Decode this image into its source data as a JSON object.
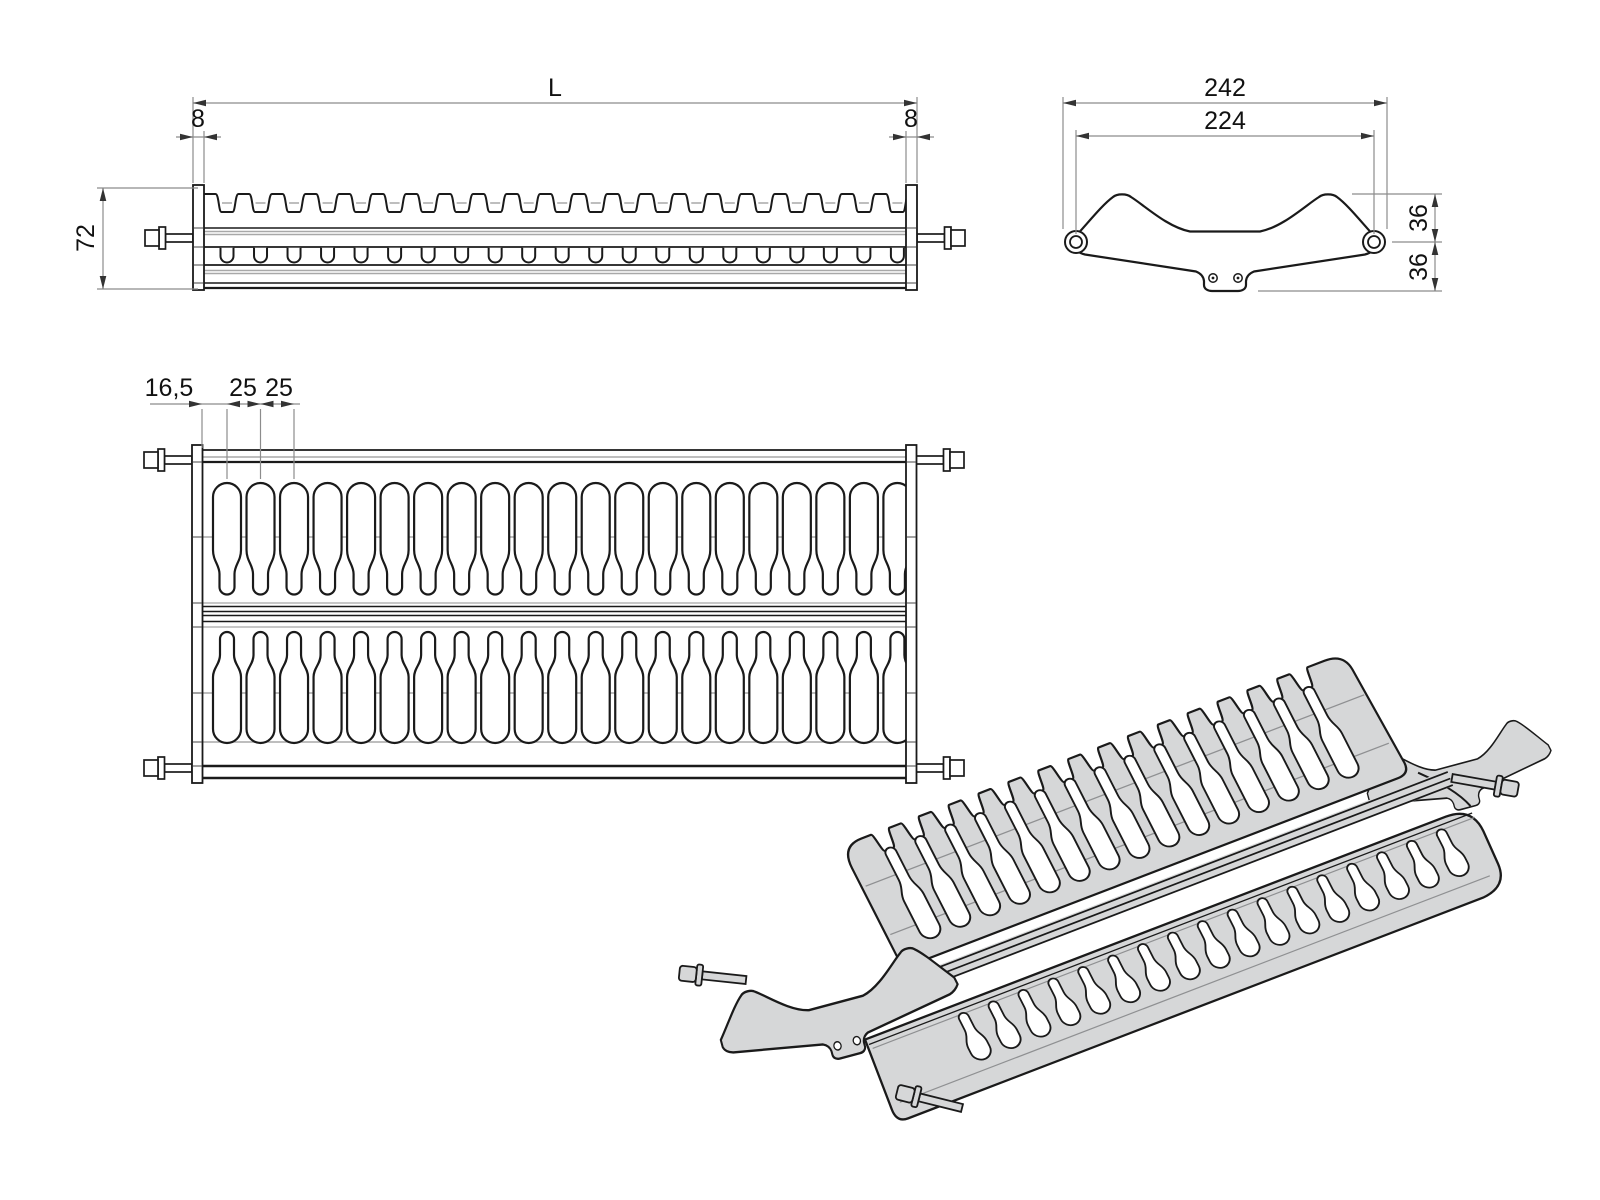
{
  "page": {
    "background": "#ffffff"
  },
  "drawing": {
    "type": "technical-drawing",
    "subject": "dish-drying-rack-for-cabinet",
    "views": {
      "front": {
        "name": "front-view",
        "dims": [
          {
            "id": "overall-length",
            "label": "L"
          },
          {
            "id": "end-plate-thickness-left",
            "label": "8"
          },
          {
            "id": "end-plate-thickness-right",
            "label": "8"
          },
          {
            "id": "overall-height",
            "label": "72"
          }
        ]
      },
      "side": {
        "name": "end-profile-view",
        "dims": [
          {
            "id": "overall-depth",
            "label": "242"
          },
          {
            "id": "pin-center-spacing",
            "label": "224"
          },
          {
            "id": "upper-height",
            "label": "36"
          },
          {
            "id": "lower-height",
            "label": "36"
          }
        ]
      },
      "top": {
        "name": "plan-view",
        "dims": [
          {
            "id": "first-slot-offset",
            "label": "16,5"
          },
          {
            "id": "slot-pitch-a",
            "label": "25"
          },
          {
            "id": "slot-pitch-b",
            "label": "25"
          }
        ]
      },
      "isometric": {
        "name": "isometric-view"
      }
    },
    "geometry": {
      "plate_slots_per_row": 21,
      "slot_rows": 2,
      "wave_teeth": 21,
      "corner_pins": 4
    },
    "colors": {
      "outline": "#1a1a1a",
      "dim_line": "#8c8c8c",
      "hidden_line": "#a8a8a8",
      "arrow": "#333333",
      "iso_fill": "#d6d7d8",
      "iso_inner": "#8f9092",
      "text": "#111111",
      "background": "#ffffff"
    }
  }
}
